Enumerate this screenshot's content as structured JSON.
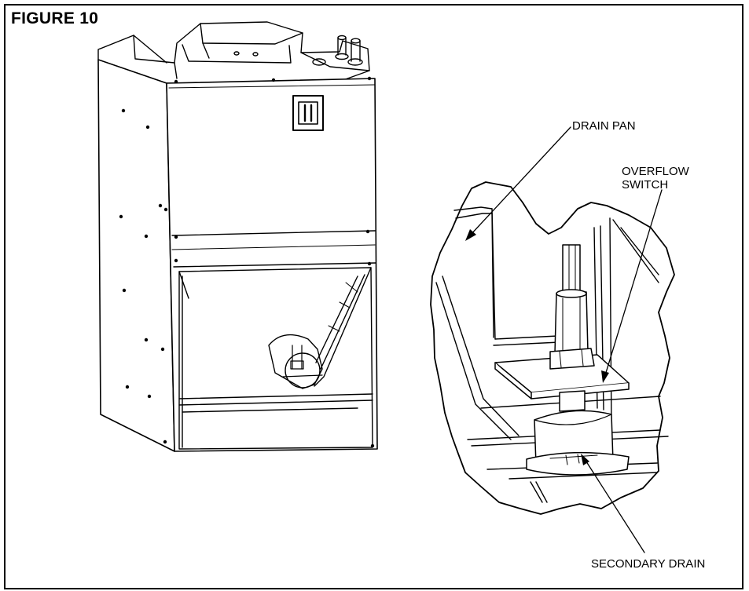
{
  "figure": {
    "title": "FIGURE 10"
  },
  "callouts": {
    "drain_pan": "DRAIN PAN",
    "overflow_switch_line1": "OVERFLOW",
    "overflow_switch_line2": "SWITCH",
    "secondary_drain": "SECONDARY DRAIN"
  },
  "colors": {
    "ink": "#000000",
    "paper": "#ffffff"
  }
}
